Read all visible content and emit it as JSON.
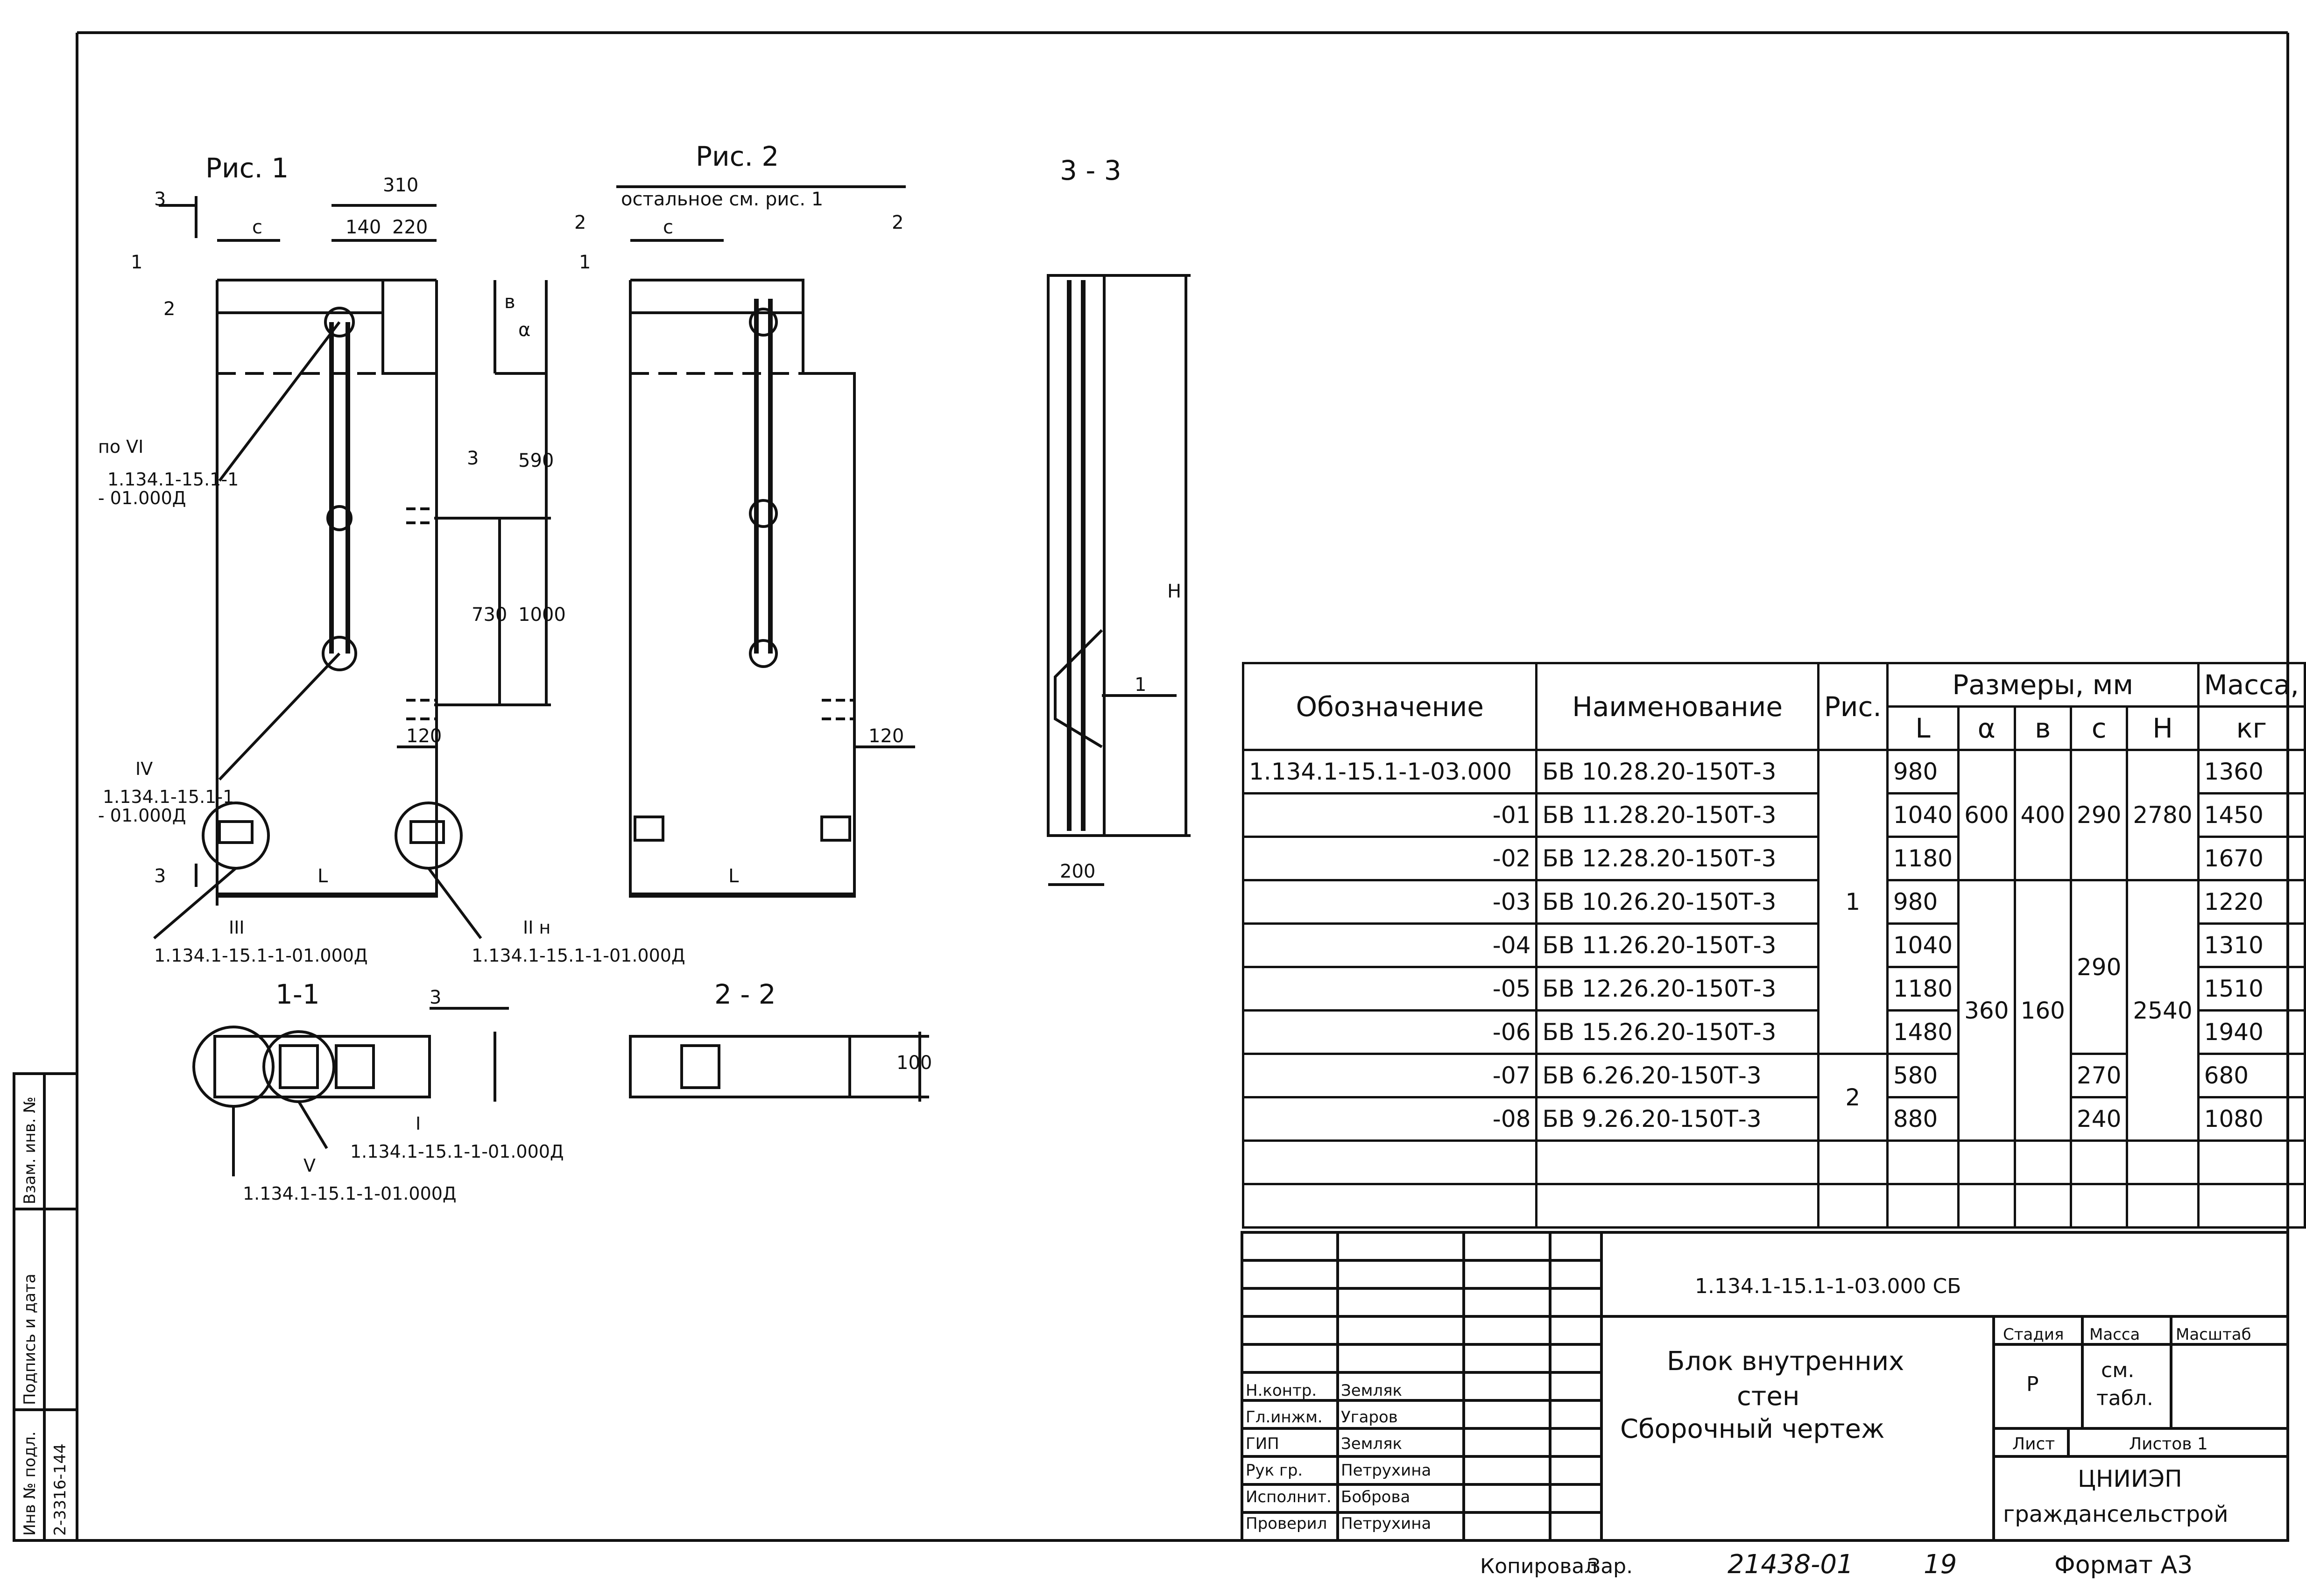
{
  "figures": {
    "fig1_title": "Рис. 1",
    "fig2_title": "Рис. 2",
    "fig2_note": "остальное см. рис. 1",
    "section_33": "3 - 3",
    "section_11": "1-1",
    "section_22": "2 - 2",
    "dims": {
      "d310": "310",
      "d140": "140",
      "d220": "220",
      "c": "c",
      "c2": "c",
      "b": "в",
      "a": "α",
      "d590": "590",
      "d730": "730",
      "d1000": "1000",
      "d120a": "120",
      "d120b": "120",
      "L1": "L",
      "L2": "L",
      "H": "H",
      "d200": "200",
      "d100": "100"
    },
    "marks": {
      "m3a": "3",
      "m1": "1",
      "m2": "2",
      "m3b": "3",
      "m2b": "2",
      "m1b": "1",
      "m2c": "2",
      "m3c": "3",
      "m3d": "3",
      "m1c": "1"
    },
    "callouts": {
      "vi_label": "по VI",
      "vi_ref1": "1.134.1-15.1-1",
      "vi_ref2": "- 01.000Д",
      "iv_label": "IV",
      "iv_ref1": "1.134.1-15.1-1",
      "iv_ref2": "- 01.000Д",
      "iii_label": "III",
      "iii_ref": "1.134.1-15.1-1-01.000Д",
      "iin_label": "II н",
      "iin_ref": "1.134.1-15.1-1-01.000Д",
      "i_label": "I",
      "i_ref": "1.134.1-15.1-1-01.000Д",
      "v_label": "V",
      "v_ref": "1.134.1-15.1-1-01.000Д"
    }
  },
  "table": {
    "headers": {
      "designation": "Обозначение",
      "name": "Наименование",
      "fig": "Рис.",
      "dims": "Размеры, мм",
      "L": "L",
      "a": "α",
      "b": "в",
      "c": "c",
      "H": "H",
      "mass": "Масса,",
      "mass_unit": "кг"
    },
    "rows": [
      {
        "designation": "1.134.1-15.1-1-03.000",
        "name": "БВ 10.28.20-150Т-3",
        "L": "980",
        "mass": "1360"
      },
      {
        "designation": "-01",
        "name": "БВ 11.28.20-150Т-3",
        "L": "1040",
        "mass": "1450"
      },
      {
        "designation": "-02",
        "name": "БВ 12.28.20-150Т-3",
        "L": "1180",
        "mass": "1670"
      },
      {
        "designation": "-03",
        "name": "БВ 10.26.20-150Т-3",
        "L": "980",
        "mass": "1220"
      },
      {
        "designation": "-04",
        "name": "БВ 11.26.20-150Т-3",
        "L": "1040",
        "mass": "1310"
      },
      {
        "designation": "-05",
        "name": "БВ 12.26.20-150Т-3",
        "L": "1180",
        "mass": "1510"
      },
      {
        "designation": "-06",
        "name": "БВ 15.26.20-150Т-3",
        "L": "1480",
        "mass": "1940"
      },
      {
        "designation": "-07",
        "name": "БВ 6.26.20-150Т-3",
        "L": "580",
        "mass": "680"
      },
      {
        "designation": "-08",
        "name": "БВ 9.26.20-150Т-3",
        "L": "880",
        "mass": "1080"
      }
    ],
    "group1": {
      "fig": "1",
      "a1": "600",
      "b1": "400",
      "c1": "290",
      "H1": "2780",
      "a2": "360",
      "b2": "160",
      "c2": "290",
      "H2": "2540"
    },
    "group2": {
      "fig": "2",
      "c7": "270",
      "c8": "240"
    }
  },
  "title_block": {
    "doc_code": "1.134.1-15.1-1-03.000 СБ",
    "title_line1": "Блок   внутренних",
    "title_line2": "стен",
    "title_line3": "Сборочный   чертеж",
    "stage_label": "Стадия",
    "mass_label": "Масса",
    "scale_label": "Масштаб",
    "stage": "Р",
    "mass_val1": "см.",
    "mass_val2": "табл.",
    "sheet_label": "Лист",
    "sheets_label": "Листов 1",
    "org_line1": "ЦНИИЭП",
    "org_line2": "граждансельстрой",
    "roles": [
      {
        "role": "Н.контр.",
        "name": "Земляк"
      },
      {
        "role": "Гл.инжм.",
        "name": "Угаров"
      },
      {
        "role": "ГИП",
        "name": "Земляк"
      },
      {
        "role": "Рук гр.",
        "name": "Петрухина"
      },
      {
        "role": "Исполнит.",
        "name": "Боброва"
      },
      {
        "role": "Проверил",
        "name": "Петрухина"
      }
    ],
    "copied": "Копировал",
    "copied_sign": "Зар.",
    "number": "21438-01",
    "number2": "19",
    "format": "Формат А3"
  },
  "side_stamp": {
    "inv_podl": "Инв № подл.",
    "inv_val": "2-3316-144",
    "sign_date": "Подпись и дата",
    "vzam": "Взам. инв. №"
  }
}
